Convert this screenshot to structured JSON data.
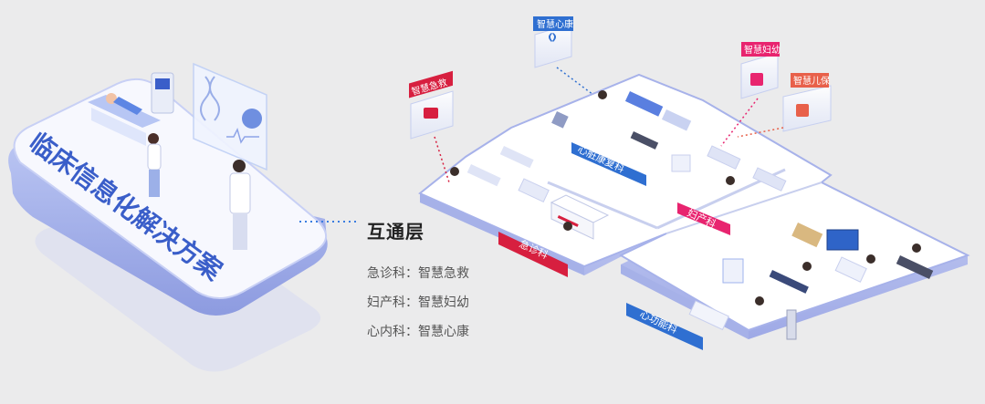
{
  "hero": {
    "title": "临床信息化解决方案"
  },
  "layer": {
    "title": "互通层",
    "items": [
      "急诊科：智慧急救",
      "妇产科：智慧妇幼",
      "心内科：智慧心康"
    ]
  },
  "departments": {
    "emergency": "急诊科",
    "cardiac_rehab": "心脏康复科",
    "obstetrics": "妇产科",
    "cardio_function": "心功能科"
  },
  "badges": {
    "smart_emergency": "智慧急救",
    "smart_heart": "智慧心康",
    "smart_maternal": "智慧妇幼",
    "smart_child": "智慧儿保"
  },
  "colors": {
    "background": "#ebebec",
    "floor": "#ffffff",
    "floor_edge": "#a7b2ea",
    "accent_blue": "#2f6fd1",
    "accent_red": "#d71f3f",
    "accent_pink": "#e8246f",
    "hero_text": "#3a5ec9"
  }
}
